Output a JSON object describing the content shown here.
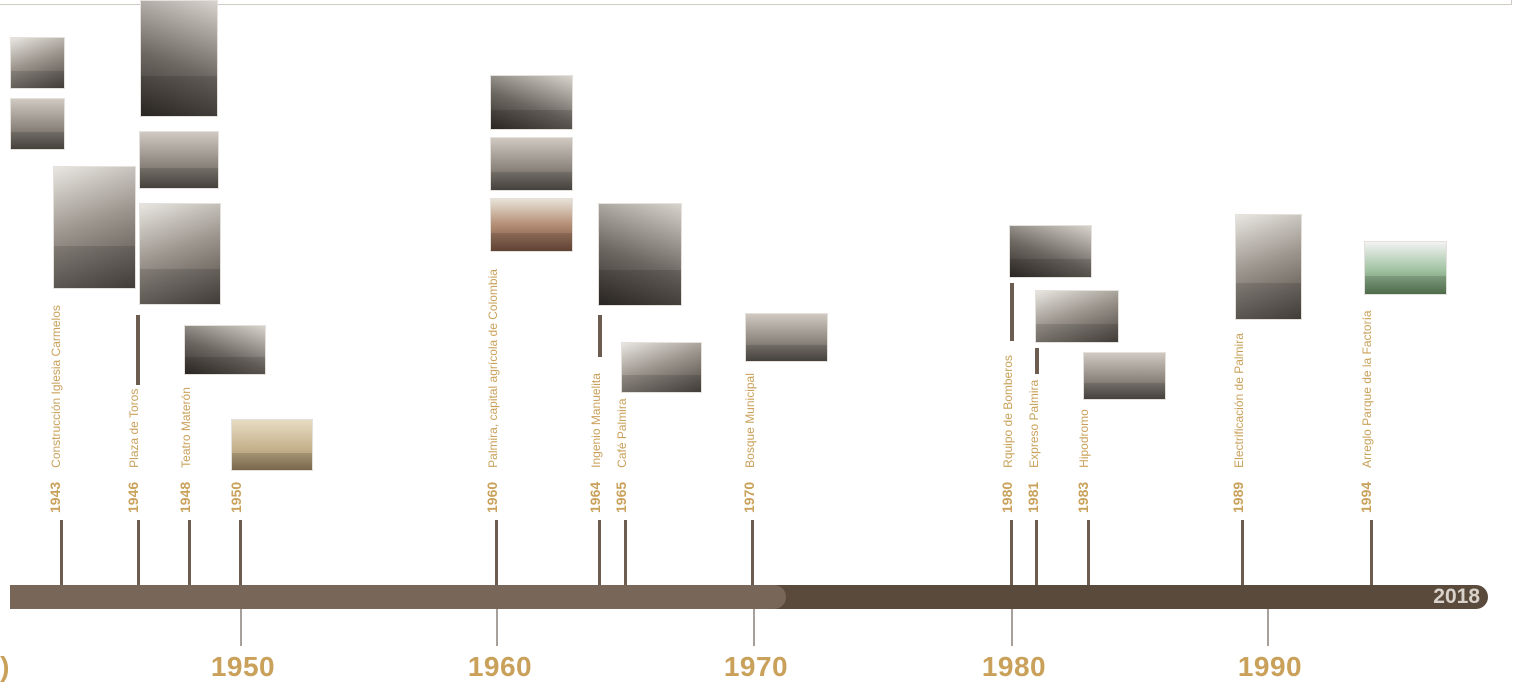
{
  "timeline": {
    "end_year": "2018",
    "colors": {
      "accent": "#c9a15a",
      "bar_dark": "#5a4a3c",
      "bar_light": "#786759"
    }
  },
  "decades": [
    {
      "label": ")"
    },
    {
      "label": "1950"
    },
    {
      "label": "1960"
    },
    {
      "label": "1970"
    },
    {
      "label": "1980"
    },
    {
      "label": "1990"
    }
  ],
  "events": [
    {
      "year": "1943",
      "label": "Construcción Iglesia Carmelos"
    },
    {
      "year": "1946",
      "label": "Plaza de Toros"
    },
    {
      "year": "1948",
      "label": "Teatro Materón"
    },
    {
      "year": "1950",
      "label": ""
    },
    {
      "year": "1960",
      "label": "Palmira, capital agrícola de Colombia"
    },
    {
      "year": "1964",
      "label": "Ingenio Manuelita"
    },
    {
      "year": "1965",
      "label": "Café Palmira"
    },
    {
      "year": "1970",
      "label": "Bosque Municipal"
    },
    {
      "year": "1980",
      "label": "Rquipo de Bomberos"
    },
    {
      "year": "1981",
      "label": "Expreso Palmira"
    },
    {
      "year": "1983",
      "label": "Hipodromo"
    },
    {
      "year": "1989",
      "label": "Electrificación de Palmira"
    },
    {
      "year": "1994",
      "label": "Arreglo Parque de la Factoría"
    }
  ]
}
